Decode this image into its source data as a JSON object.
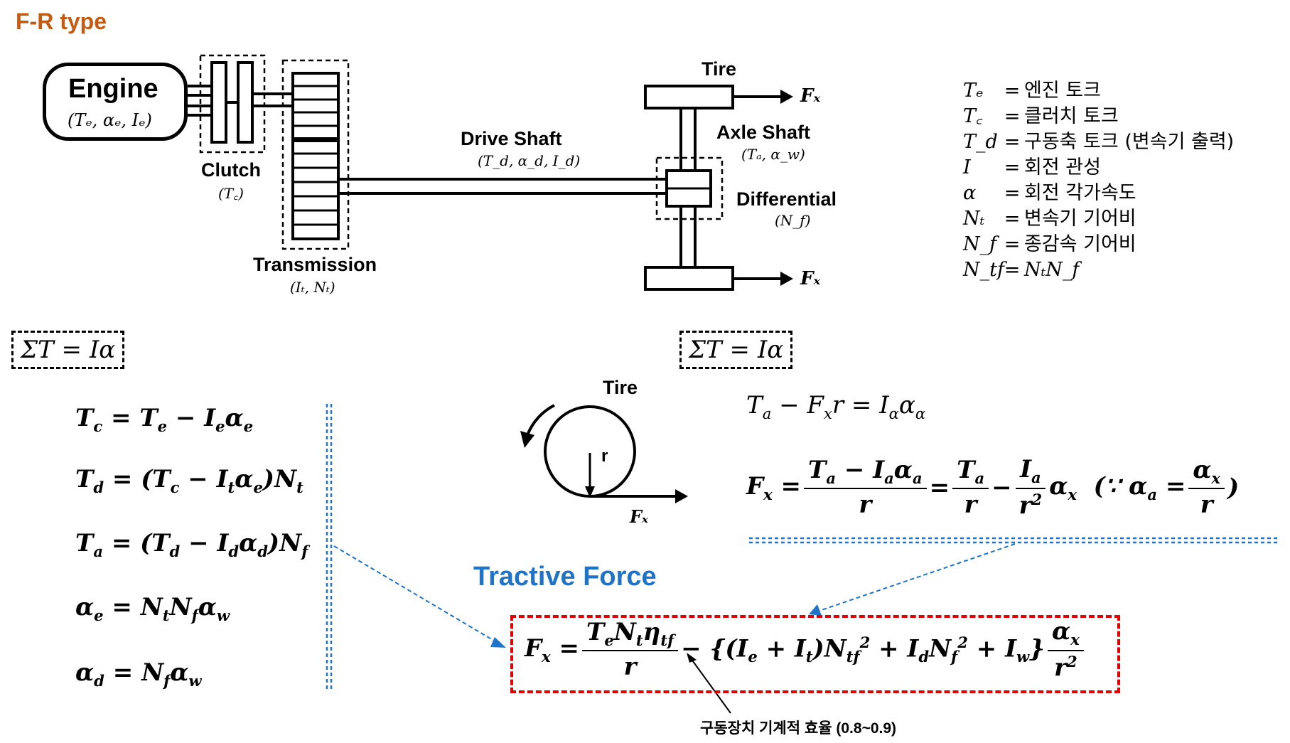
{
  "title": "F-R type",
  "drivetrain": {
    "engine": {
      "label": "Engine",
      "params": "(Tₑ, αₑ, Iₑ)"
    },
    "clutch": {
      "label": "Clutch",
      "params": "(T꜀)"
    },
    "transmission": {
      "label": "Transmission",
      "params": "(Iₜ, Nₜ)"
    },
    "drive_shaft": {
      "label": "Drive Shaft",
      "params": "(T_d, α_d, I_d)"
    },
    "tire": {
      "label": "Tire"
    },
    "axle_shaft": {
      "label": "Axle Shaft",
      "params": "(Tₐ, α_w)"
    },
    "differential": {
      "label": "Differential",
      "params": "(N_f)"
    },
    "force_top": "Fₓ",
    "force_bottom": "Fₓ"
  },
  "legend": [
    {
      "symbol": "Tₑ",
      "value": "엔진 토크"
    },
    {
      "symbol": "T꜀",
      "value": "클러치 토크"
    },
    {
      "symbol": "T_d",
      "value": "구동축 토크 (변속기 출력)"
    },
    {
      "symbol": "I",
      "value": "회전 관성"
    },
    {
      "symbol": "α",
      "value": "회전 각가속도"
    },
    {
      "symbol": "Nₜ",
      "value": "변속기 기어비"
    },
    {
      "symbol": "N_f",
      "value": "종감속 기어비"
    },
    {
      "symbol": "N_tf",
      "value": "NₜN_f"
    }
  ],
  "sum_rule_left": "ΣT = Iα",
  "sum_rule_right": "ΣT = Iα",
  "tire_diagram": {
    "label": "Tire",
    "radius_label": "r",
    "force_label": "Fₓ"
  },
  "tractive_force_title": "Tractive Force",
  "efficiency_note": "구동장치 기계적 효율 (0.8~0.9)",
  "colors": {
    "title": "#c55a11",
    "accent_blue": "#1f73c8",
    "red_box": "#e00000"
  }
}
